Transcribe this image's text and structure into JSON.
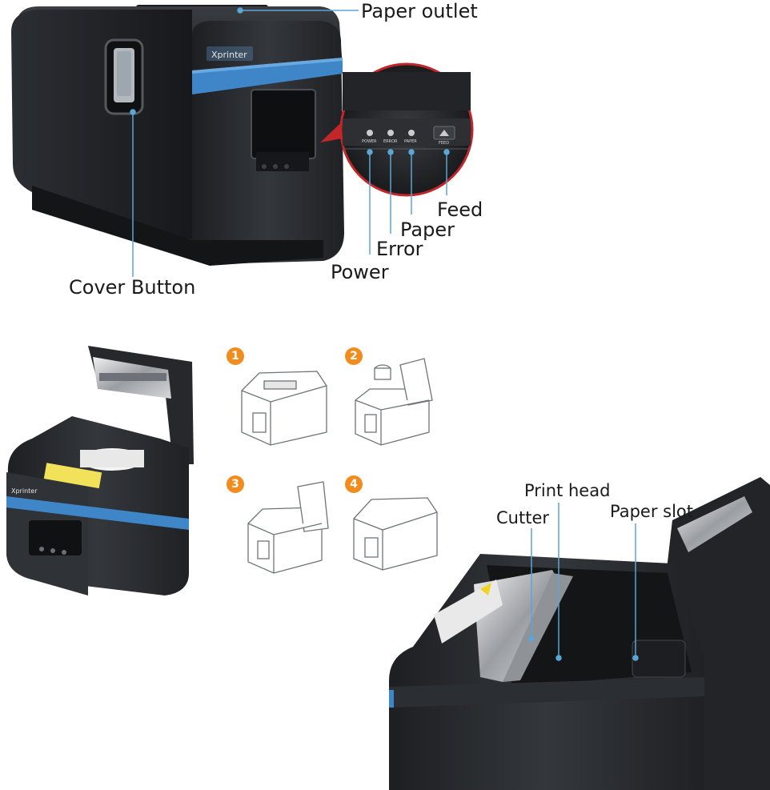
{
  "callouts": {
    "paper_outlet": "Paper outlet",
    "cover_button": "Cover Button",
    "feed": "Feed",
    "paper": "Paper",
    "error": "Error",
    "power": "Power",
    "print_head": "Print head",
    "cutter": "Cutter",
    "paper_slot": "Paper slot"
  },
  "printer": {
    "brand": "Xprinter",
    "panel_labels": [
      "POWER",
      "ERROR",
      "PAPER",
      "FEED"
    ]
  },
  "steps": [
    "1",
    "2",
    "3",
    "4"
  ],
  "colors": {
    "accent_blue": "#3f86c8",
    "callout_line": "#5aa6d6",
    "printer_body": "#2a2c30",
    "step_badge": "#f28c1e",
    "zoom_ring": "#c0262a"
  }
}
